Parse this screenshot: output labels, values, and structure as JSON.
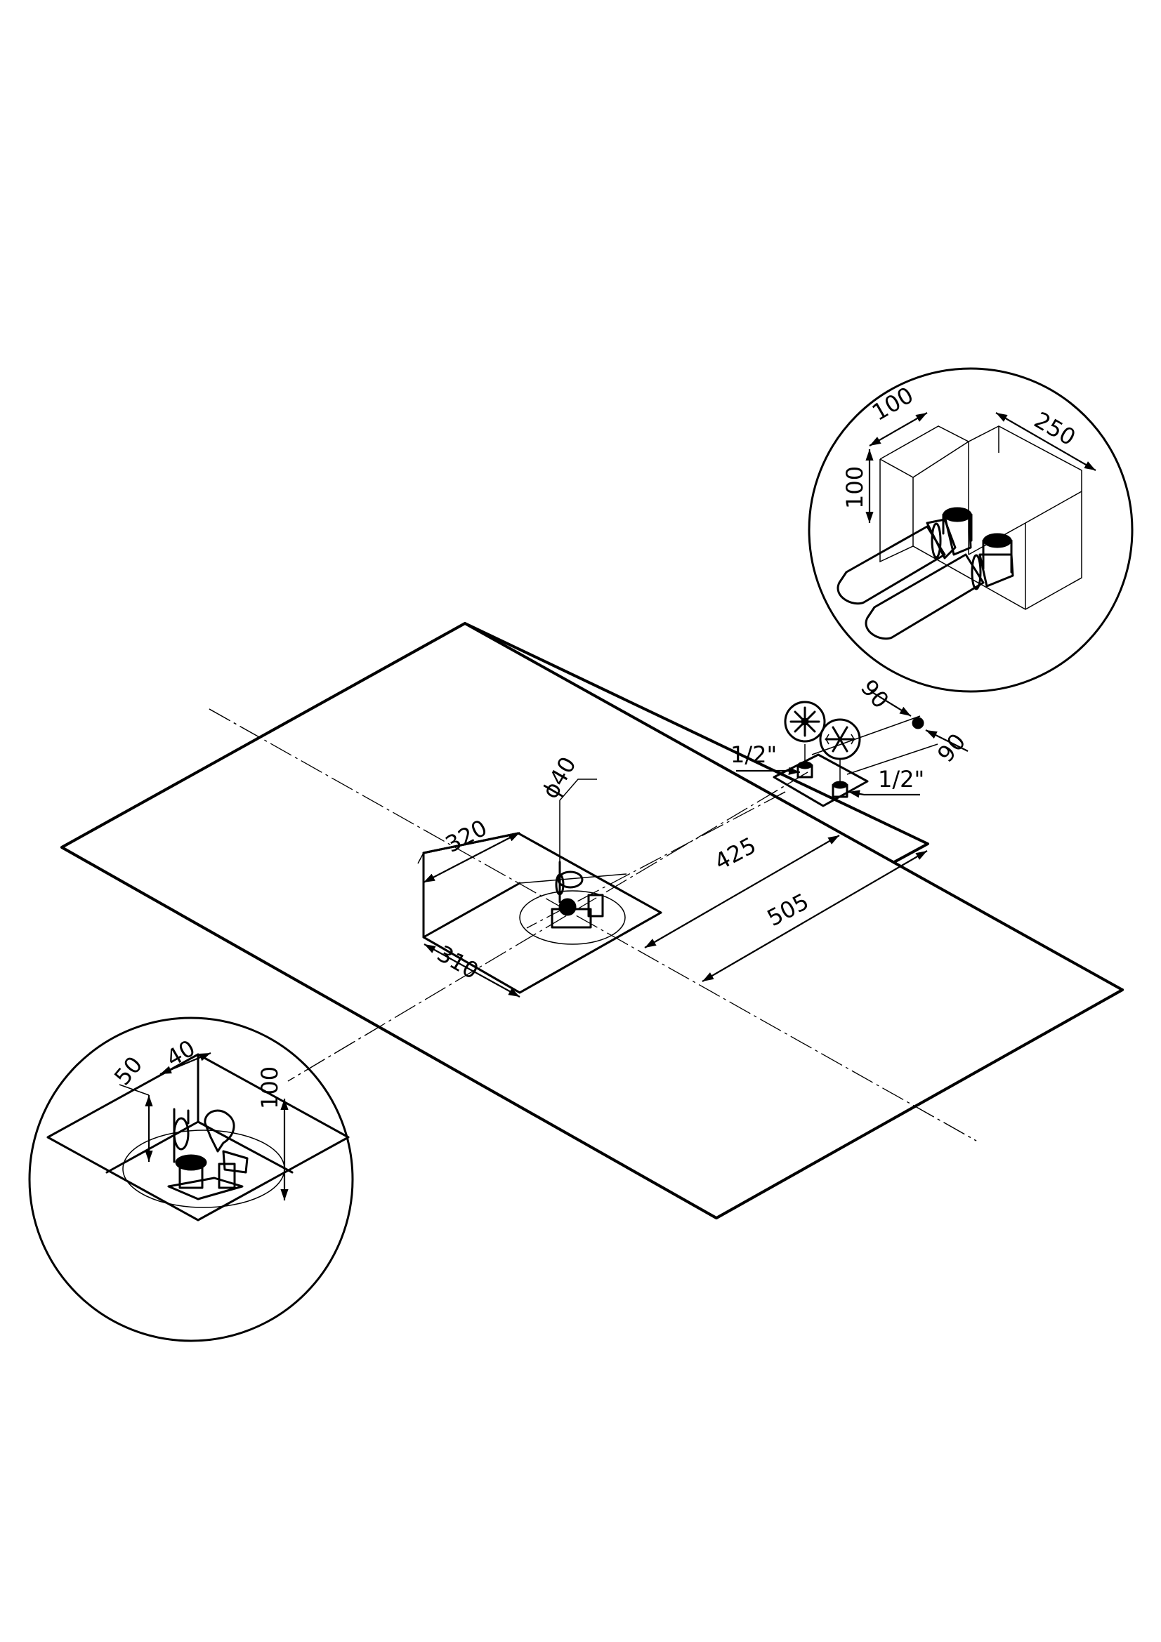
{
  "drawing": {
    "shower_tray": {
      "dimensions": {
        "width": "320",
        "depth": "310",
        "dist_to_wall_a": "425",
        "dist_to_wall_b": "505",
        "drain_diameter": "ϕ40"
      }
    },
    "supply_valves": {
      "spacing_a": "90",
      "spacing_b": "90",
      "pipe_size_hot": "1/2\"",
      "pipe_size_cold": "1/2\""
    },
    "detail_pipes": {
      "depth": "100",
      "height": "100",
      "width": "250"
    },
    "detail_drain": {
      "offset_a": "50",
      "offset_b": "40",
      "height": "100"
    }
  }
}
